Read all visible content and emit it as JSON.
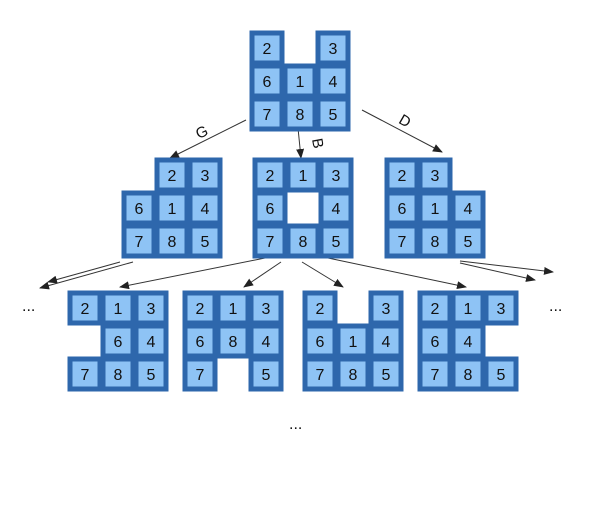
{
  "colors": {
    "tile_fill": "#8EC3F5",
    "tile_border": "#2E67AC"
  },
  "root": {
    "grid": [
      [
        "2",
        null,
        "3"
      ],
      [
        "6",
        "1",
        "4"
      ],
      [
        "7",
        "8",
        "5"
      ]
    ]
  },
  "moves": [
    {
      "label": "G",
      "grid": [
        [
          null,
          "2",
          "3"
        ],
        [
          "6",
          "1",
          "4"
        ],
        [
          "7",
          "8",
          "5"
        ]
      ]
    },
    {
      "label": "B",
      "grid": [
        [
          "2",
          "1",
          "3"
        ],
        [
          "6",
          null,
          "4"
        ],
        [
          "7",
          "8",
          "5"
        ]
      ]
    },
    {
      "label": "D",
      "grid": [
        [
          "2",
          "3",
          null
        ],
        [
          "6",
          "1",
          "4"
        ],
        [
          "7",
          "8",
          "5"
        ]
      ]
    }
  ],
  "grandchildren": [
    {
      "grid": [
        [
          "2",
          "1",
          "3"
        ],
        [
          null,
          "6",
          "4"
        ],
        [
          "7",
          "8",
          "5"
        ]
      ]
    },
    {
      "grid": [
        [
          "2",
          "1",
          "3"
        ],
        [
          "6",
          "8",
          "4"
        ],
        [
          "7",
          null,
          "5"
        ]
      ]
    },
    {
      "grid": [
        [
          "2",
          null,
          "3"
        ],
        [
          "6",
          "1",
          "4"
        ],
        [
          "7",
          "8",
          "5"
        ]
      ]
    },
    {
      "grid": [
        [
          "2",
          "1",
          "3"
        ],
        [
          "6",
          "4",
          null
        ],
        [
          "7",
          "8",
          "5"
        ]
      ]
    }
  ],
  "ellipses": {
    "left": "...",
    "right": "...",
    "bottom": "..."
  }
}
